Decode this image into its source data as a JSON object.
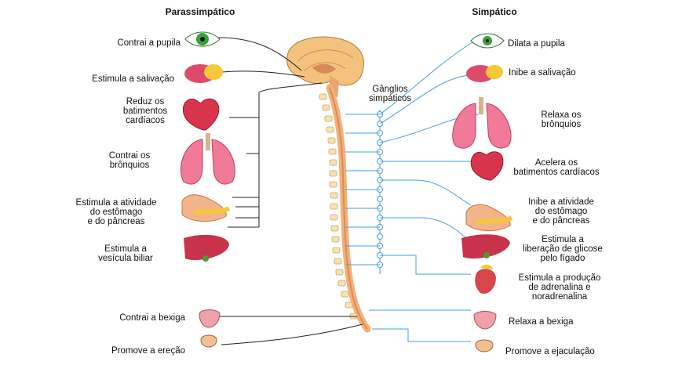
{
  "headers": {
    "left": "Parassimpático",
    "right": "Simpático"
  },
  "ganglia_label": "Gânglios\nsimpáticos",
  "parasympathetic": [
    "Contrai a pupila",
    "Estimula a salivação",
    "Reduz os\nbatimentos\ncardíacos",
    "Contrai os\nbrônquios",
    "Estimula a atividade\ndo estômago\ne do pâncreas",
    "Estimula a\nvesícula biliar",
    "Contrai a bexiga",
    "Promove a ereção"
  ],
  "sympathetic": [
    "Dilata a pupila",
    "Inibe a salivação",
    "Relaxa os\nbrônquios",
    "Acelera os\nbatimentos cardíacos",
    "Inibe a atividade\ndo estômago\ne do pâncreas",
    "Estimula a\nliberação de glicose\npelo fígado",
    "Estimula a produção\nde adrenalina e\nnoradrenalina",
    "Relaxa a bexiga",
    "Promove a ejaculação"
  ],
  "organ_icons": {
    "left": [
      "eye-icon",
      "salivary-gland-icon",
      "heart-icon",
      "lungs-icon",
      "stomach-icon",
      "liver-icon",
      "bladder-icon",
      "genitals-icon"
    ],
    "right": [
      "eye-icon",
      "salivary-gland-icon",
      "lungs-icon",
      "heart-icon",
      "stomach-icon",
      "liver-icon",
      "adrenal-gland-icon",
      "bladder-icon",
      "genitals-icon"
    ]
  },
  "colors": {
    "parasympathetic_nerve": "#222222",
    "sympathetic_nerve": "#4a9fd8",
    "spinal_cord": "#f0b27a",
    "brain": "#f3c27d",
    "organ": "#e0405a"
  }
}
